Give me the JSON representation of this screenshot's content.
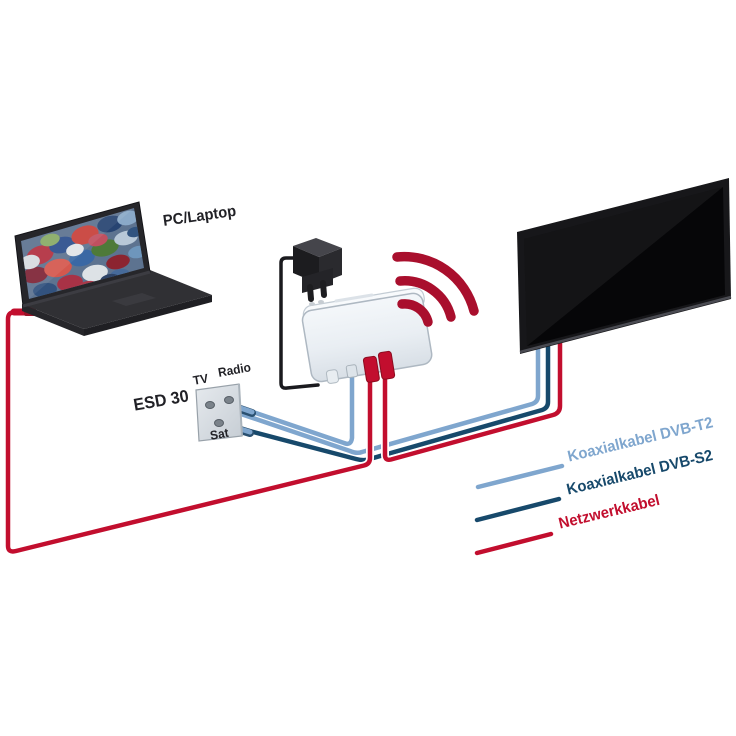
{
  "diagram": {
    "background_color": "#FFFFFF",
    "labels": {
      "pc_laptop": "PC/Laptop",
      "outlet_model": "ESD 30"
    },
    "outlet_ports": [
      "TV",
      "Radio",
      "Sat"
    ],
    "legend": {
      "items": [
        {
          "label": "Koaxialkabel DVB-T2",
          "color": "#7FA6CE"
        },
        {
          "label": "Koaxialkabel DVB-S2",
          "color": "#17496B"
        },
        {
          "label": "Netzwerkkabel",
          "color": "#C20E2E"
        }
      ]
    },
    "colors": {
      "cable_coax_dvbt2": "#7FA6CE",
      "cable_coax_dvbs2": "#17496B",
      "cable_network": "#C20E2E",
      "wifi_signal": "#A90F2D"
    }
  }
}
